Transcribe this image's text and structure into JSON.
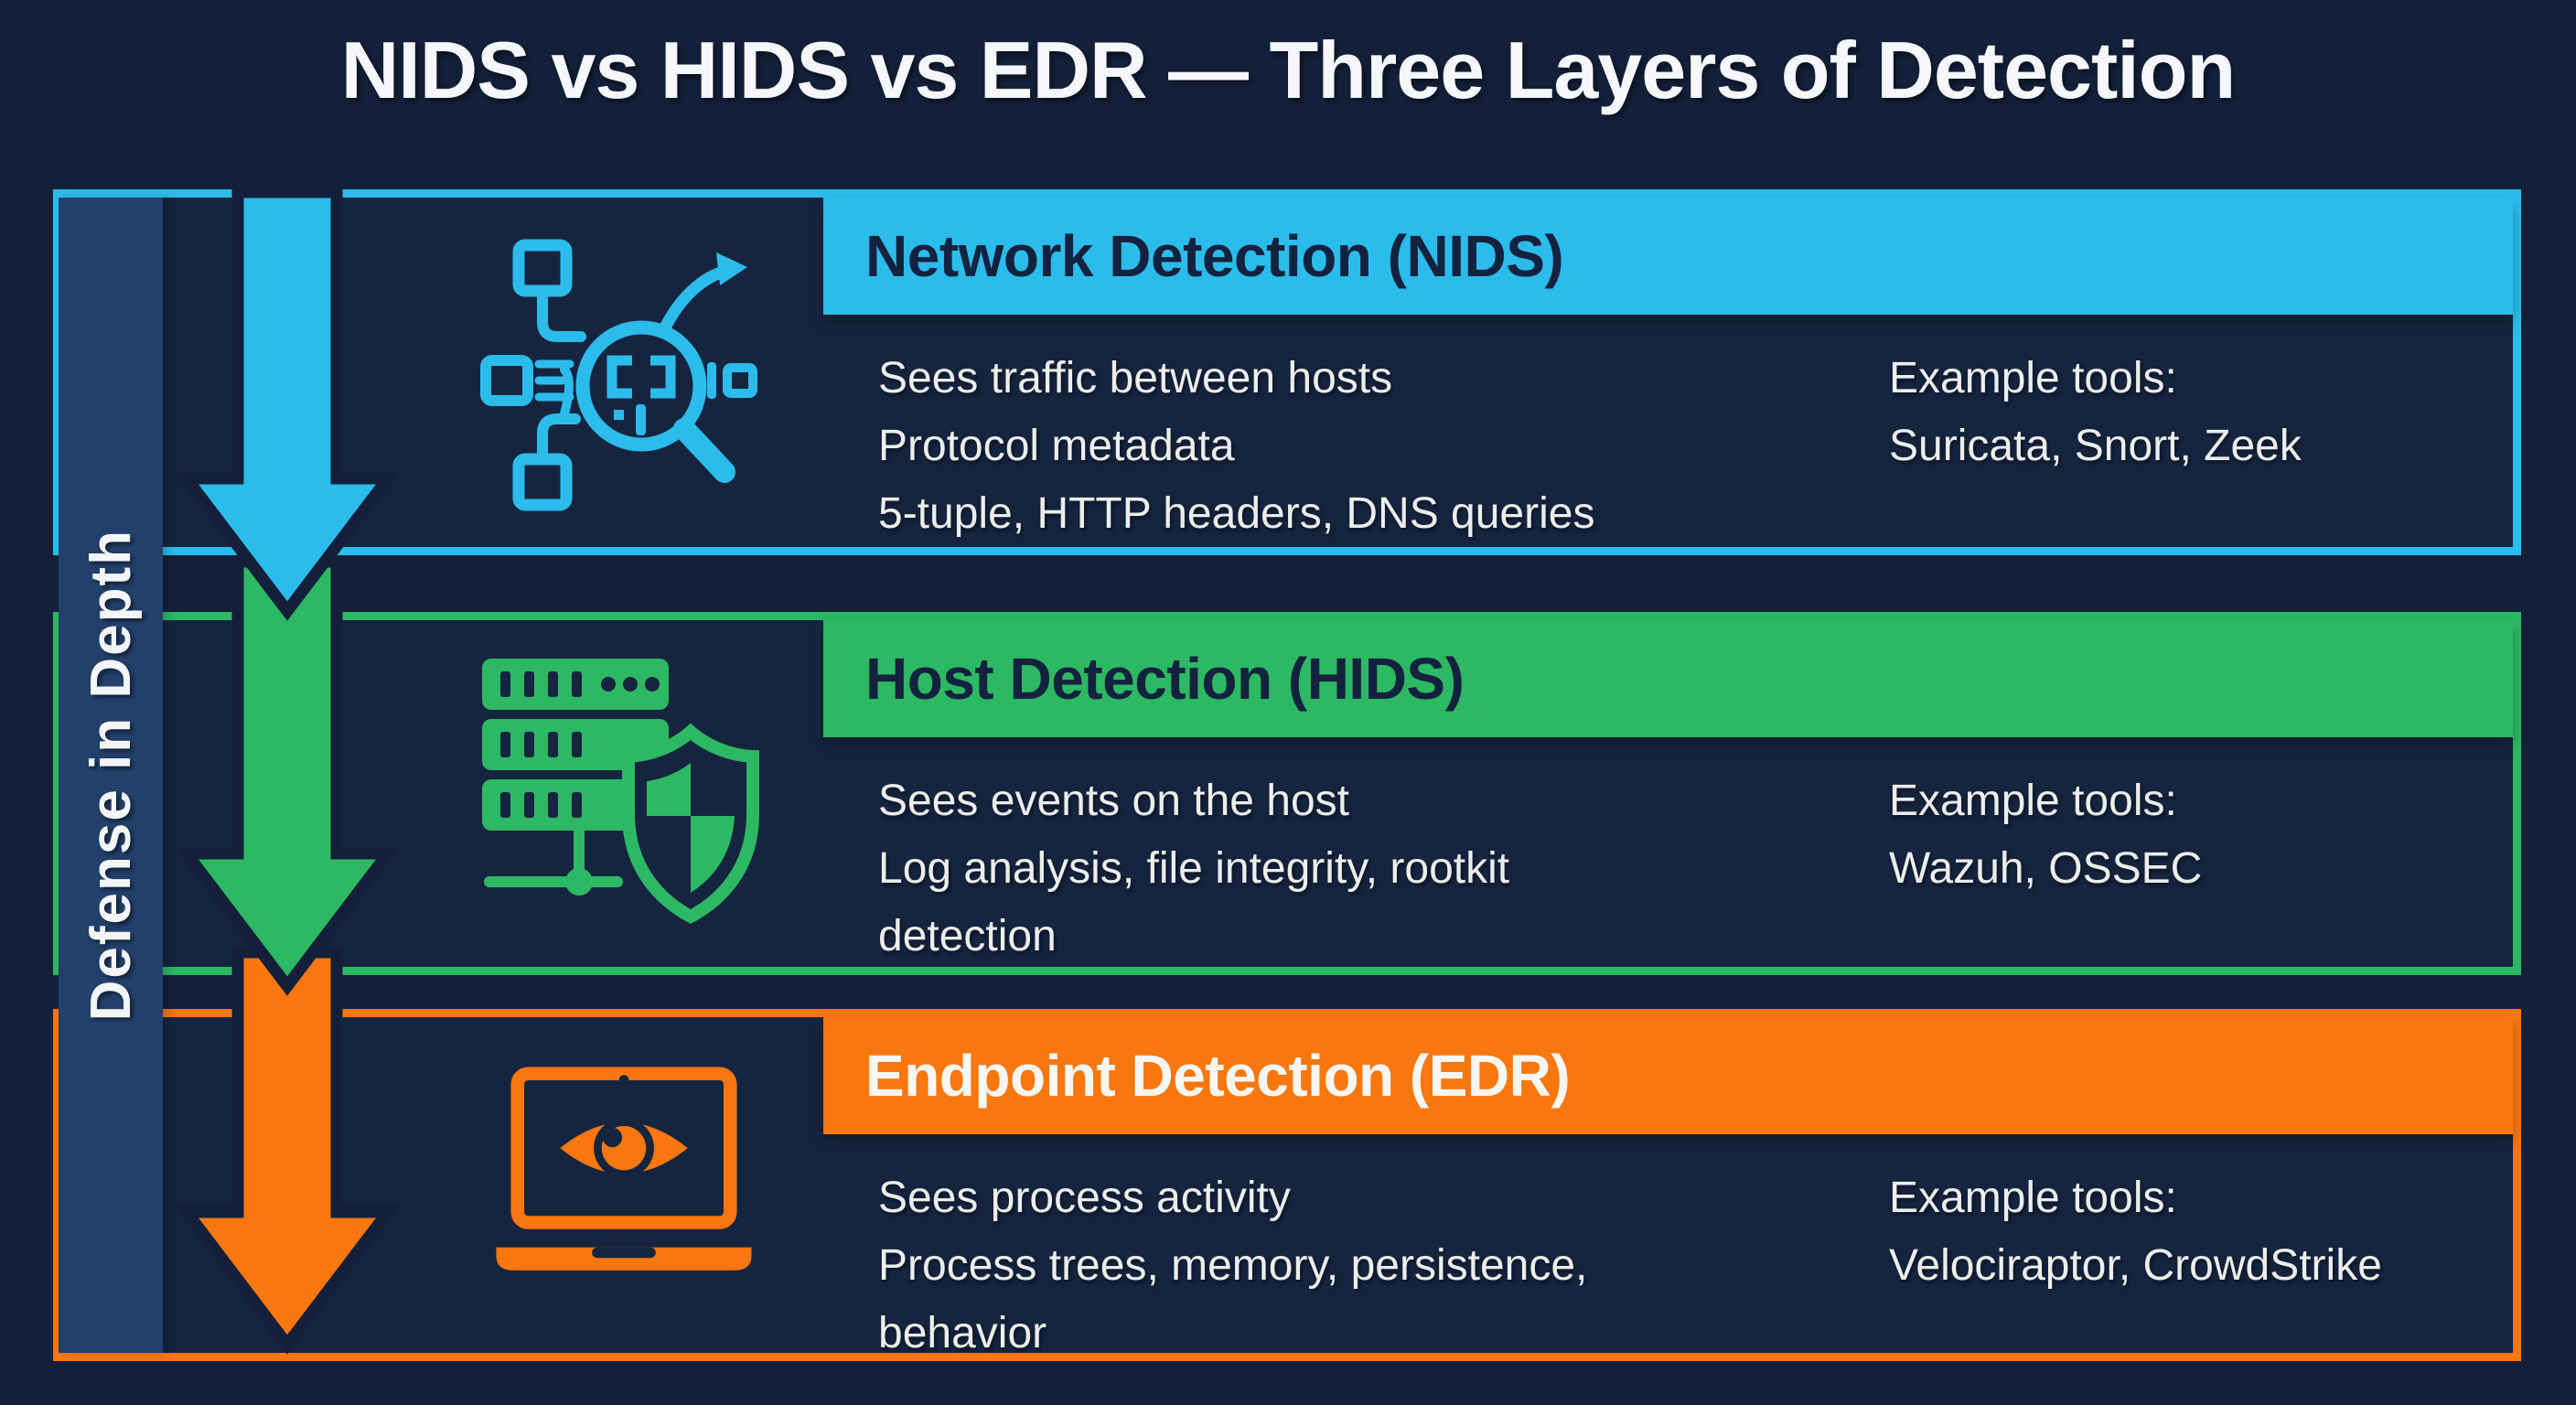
{
  "title": "NIDS vs HIDS vs EDR — Three Layers of Detection",
  "defense_band": {
    "label": "Defense in Depth"
  },
  "palette": {
    "background": "#14203a",
    "card_fill": "#16253f",
    "band_fill": "#23406a",
    "body_text": "#edeeec",
    "title_text": "#f5f7fa"
  },
  "layers": [
    {
      "id": "nids",
      "header": "Network Detection (NIDS)",
      "accent": "#2cbceb",
      "header_text_color": "#13223f",
      "icon": "network-traffic-magnifier-icon",
      "lines": [
        "Sees traffic between hosts",
        "Protocol metadata",
        "5-tuple, HTTP headers, DNS queries"
      ],
      "tools_label": "Example tools:",
      "tools": "Suricata, Snort, Zeek"
    },
    {
      "id": "hids",
      "header": "Host Detection (HIDS)",
      "accent": "#2db863",
      "header_text_color": "#13223f",
      "icon": "server-shield-icon",
      "lines": [
        "Sees events on the host",
        "Log analysis, file integrity, rootkit",
        "detection"
      ],
      "tools_label": "Example tools:",
      "tools": "Wazuh, OSSEC"
    },
    {
      "id": "edr",
      "header": "Endpoint Detection (EDR)",
      "accent": "#f8770f",
      "header_text_color": "#f7f6f2",
      "icon": "laptop-eye-icon",
      "lines": [
        "Sees process activity",
        "Process trees, memory, persistence,",
        "behavior"
      ],
      "tools_label": "Example tools:",
      "tools": "Velociraptor, CrowdStrike"
    }
  ]
}
